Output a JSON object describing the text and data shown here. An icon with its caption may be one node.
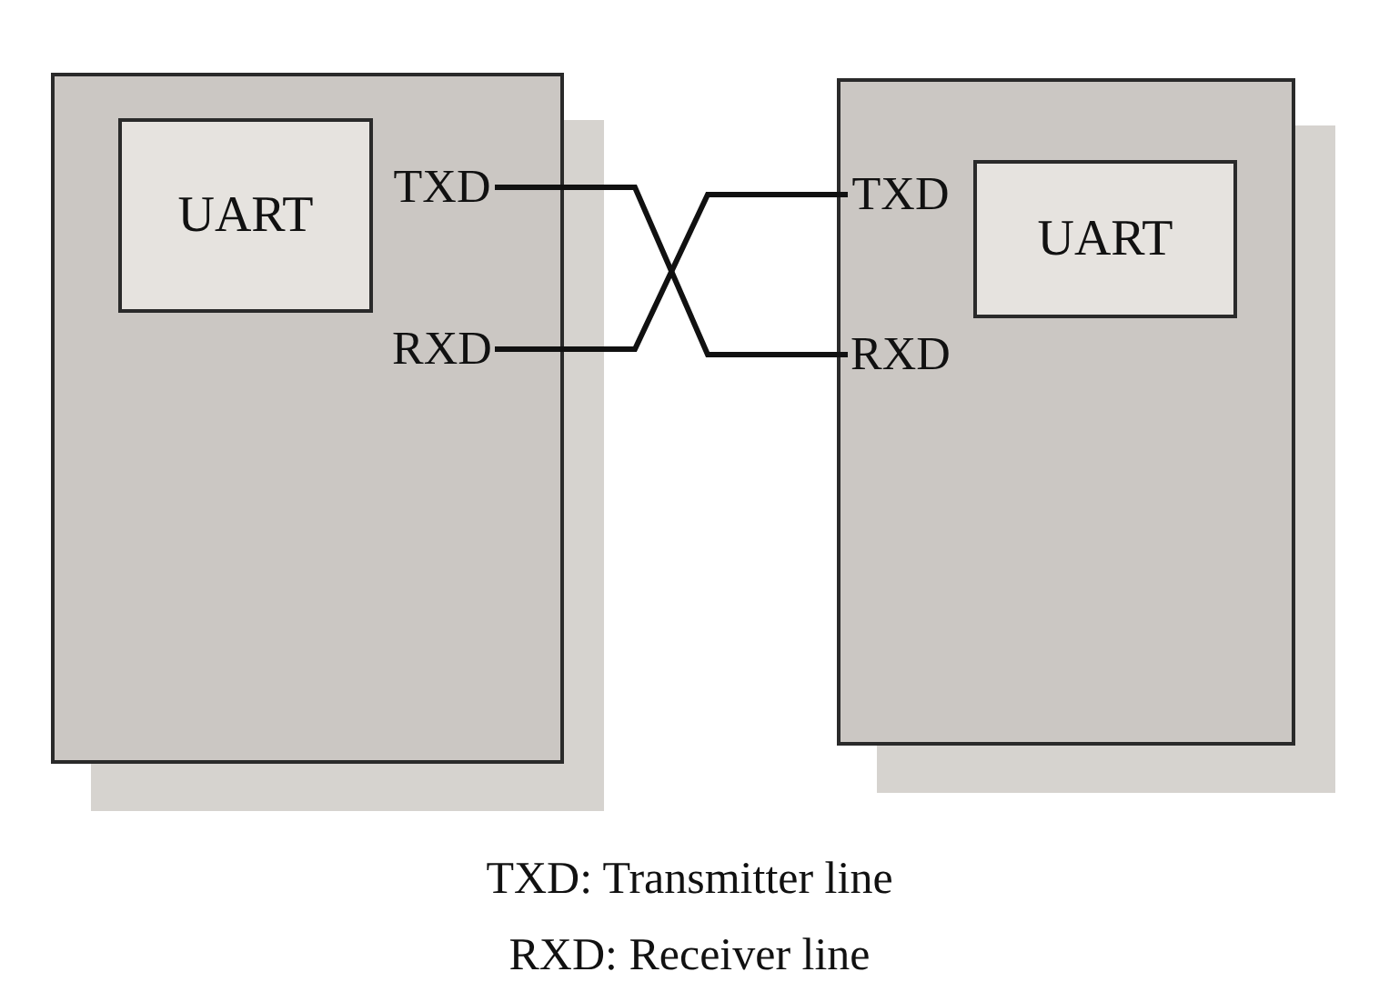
{
  "diagram": {
    "nodes": [
      {
        "text": [],
        "shape": "box"
      },
      {
        "text": [
          "UART"
        ],
        "in": 0
      },
      {
        "text": [
          "TXD"
        ],
        "in": 0
      },
      {
        "text": [
          "RXD"
        ],
        "in": 0
      },
      {
        "text": [],
        "shape": "box"
      },
      {
        "text": [
          "TXD"
        ],
        "in": 4
      },
      {
        "text": [
          "UART"
        ],
        "in": 4
      },
      {
        "text": [
          "RXD"
        ],
        "in": 4
      }
    ],
    "edges": [
      {
        "from": 2,
        "to": 7,
        "arrow": "none"
      },
      {
        "from": 3,
        "to": 5,
        "arrow": "none"
      }
    ],
    "labels": [
      "TXD: Transmitter line",
      "RXD: Receiver line"
    ]
  }
}
